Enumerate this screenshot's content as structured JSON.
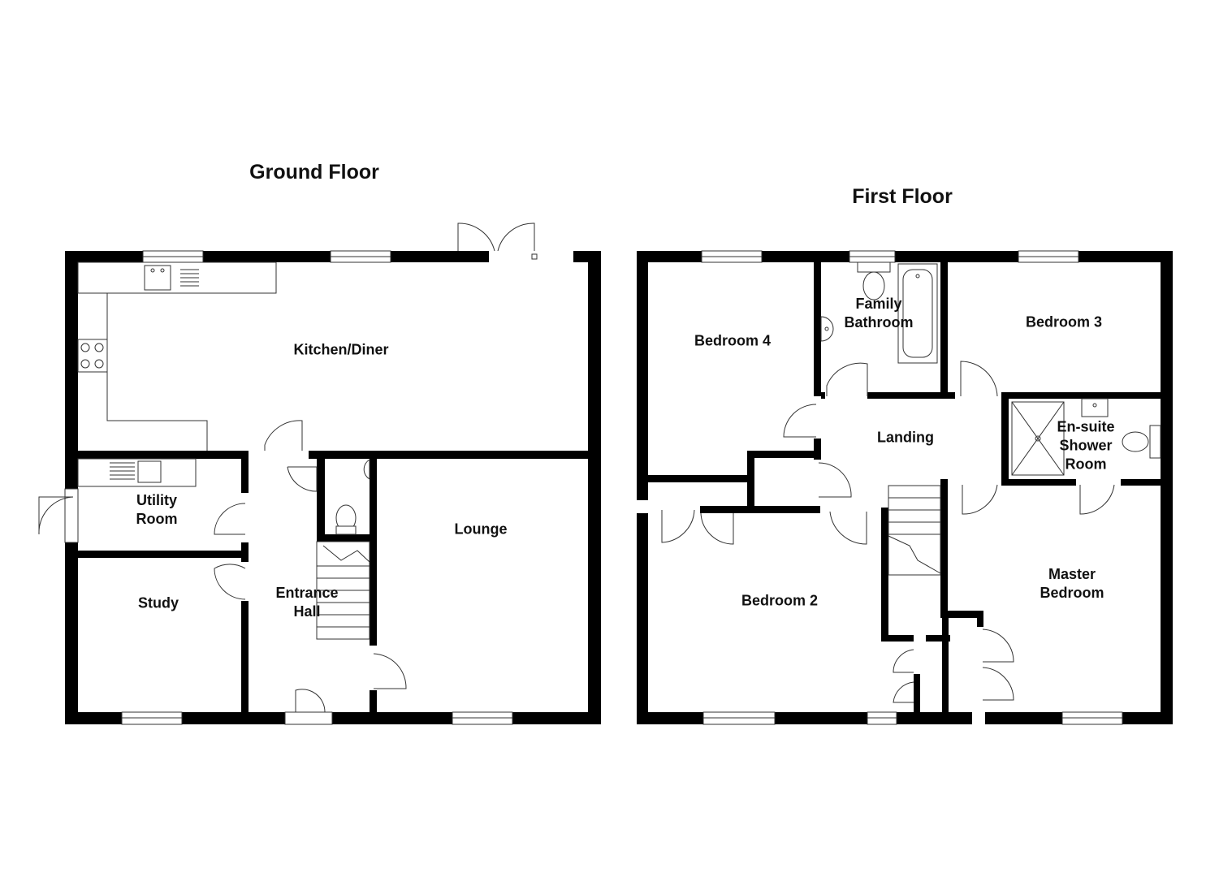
{
  "floors": [
    {
      "title": "Ground Floor"
    },
    {
      "title": "First Floor"
    }
  ],
  "rooms": {
    "kitchen_diner": [
      "Kitchen/Diner"
    ],
    "utility_room": [
      "Utility",
      "Room"
    ],
    "study": [
      "Study"
    ],
    "entrance_hall": [
      "Entrance",
      "Hall"
    ],
    "lounge": [
      "Lounge"
    ],
    "bedroom_4": [
      "Bedroom 4"
    ],
    "family_bathroom": [
      "Family",
      "Bathroom"
    ],
    "bedroom_3": [
      "Bedroom 3"
    ],
    "landing": [
      "Landing"
    ],
    "ensuite": [
      "En-suite",
      "Shower",
      "Room"
    ],
    "bedroom_2": [
      "Bedroom 2"
    ],
    "master_bedroom": [
      "Master",
      "Bedroom"
    ]
  },
  "colors": {
    "wall": "#000000",
    "fixture_stroke": "#333333",
    "background": "#ffffff"
  }
}
